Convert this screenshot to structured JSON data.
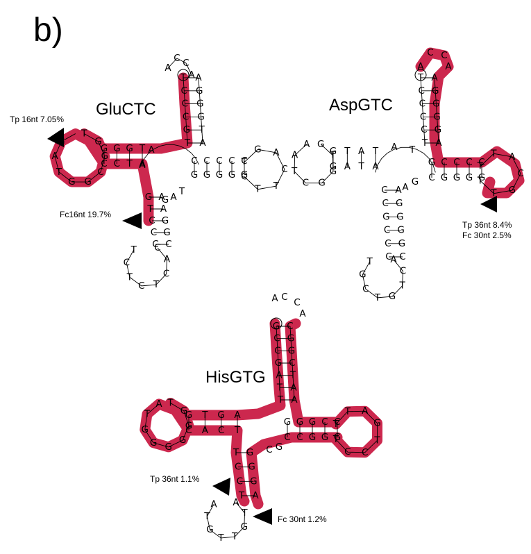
{
  "figure": {
    "panel_label": "b)",
    "colors": {
      "highlight": "#c8163f",
      "text": "#000000",
      "background": "#ffffff"
    },
    "structures": [
      {
        "name": "GluCTC",
        "annotations": [
          {
            "text": "Tp 16nt 7.05%",
            "arrow": "triangle-arrow-icon"
          },
          {
            "text": "Fc16nt 19.7%",
            "arrow": "triangle-arrow-icon"
          }
        ]
      },
      {
        "name": "AspGTC",
        "annotations": [
          {
            "text": "Tp 36nt 8.4%",
            "arrow": "triangle-arrow-icon"
          },
          {
            "text": "Fc 30nt 2.5%",
            "arrow": "triangle-arrow-icon"
          }
        ]
      },
      {
        "name": "HisGTG",
        "annotations": [
          {
            "text": "Tp 36nt 1.1%",
            "arrow": "triangle-arrow-icon"
          },
          {
            "text": "Fc 30nt 1.2%",
            "arrow": "triangle-arrow-icon"
          }
        ]
      }
    ]
  }
}
